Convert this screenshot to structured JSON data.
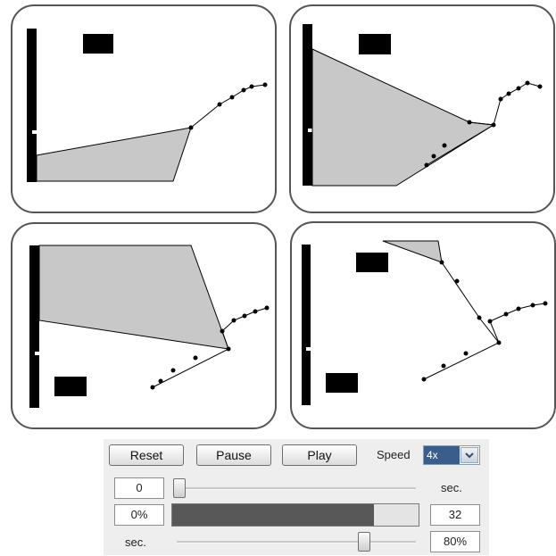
{
  "controls": {
    "reset_label": "Reset",
    "pause_label": "Pause",
    "play_label": "Play",
    "speed_label": "Speed",
    "speed_value": "4x",
    "time_value": "0",
    "time_unit": "sec.",
    "time_slider_fraction": 0.0,
    "progress_percent_label": "0%",
    "progress_fraction": 0.82,
    "progress_count": "32",
    "rate_unit": "sec.",
    "rate_value": "80%",
    "rate_slider_fraction": 0.8
  },
  "colors": {
    "panel_border": "#555555",
    "wall": "#000000",
    "shaded_region": "#c8c8c8",
    "progress_fill": "#585858"
  }
}
